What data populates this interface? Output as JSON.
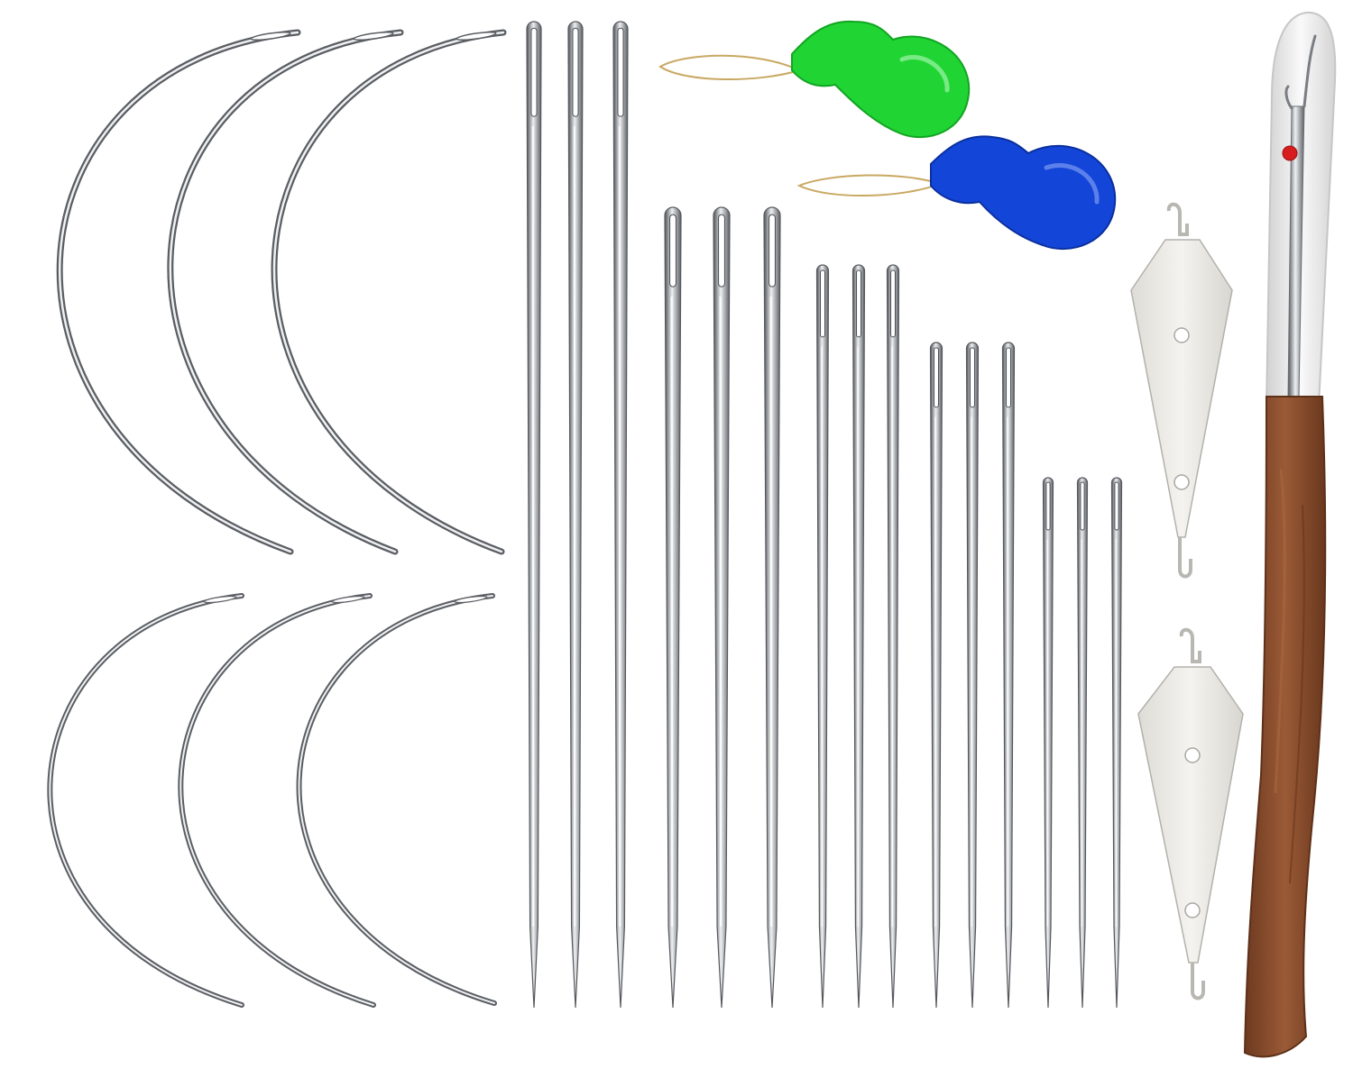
{
  "colors": {
    "background": "#ffffff",
    "steel": "#8a8d92",
    "steel_dark": "#4f5257",
    "steel_light": "#e8e9eb",
    "threader_green": "#20d434",
    "threader_blue": "#1346d8",
    "threader_wire": "#c9a862",
    "plate_metal": "#eceae5",
    "ripper_handle": "#8a4a2a",
    "ripper_cap": "#e9e9e9",
    "ripper_tip": "#d61c1c"
  },
  "contents": {
    "curved_needles": 6,
    "straight_needles": 15,
    "plastic_wire_threaders": 2,
    "metal_threaders": 2,
    "seam_rippers": 1
  },
  "icons": {
    "curved_needle": "c-curved-needle-icon",
    "straight_needle": "straight-needle-icon",
    "plastic_threader": "wire-loop-threader-icon",
    "metal_threader": "metal-plate-threader-icon",
    "seam_ripper": "seam-ripper-icon"
  }
}
